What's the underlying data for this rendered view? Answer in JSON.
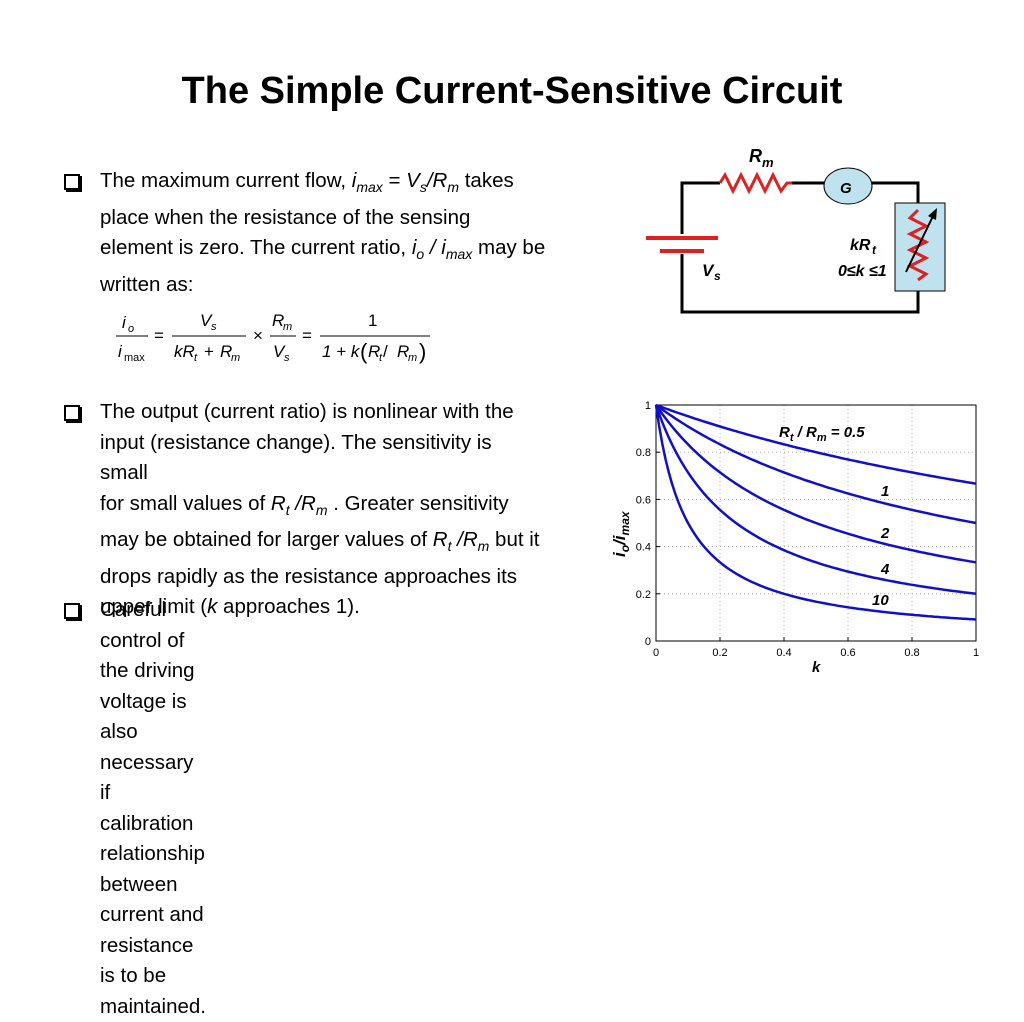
{
  "title": "The Simple Current-Sensitive Circuit",
  "bullets": {
    "b1": {
      "l1_a": "The maximum current flow, ",
      "l1_i": "i",
      "l1_isub": "max",
      "l1_eq": " = ",
      "l1_v": "V",
      "l1_vsub": "s",
      "l1_slash": "/",
      "l1_r": "R",
      "l1_rsub": "m",
      "l1_b": " takes",
      "l2": "place when the resistance of the sensing",
      "l3_a": "element is zero. The current ratio, ",
      "l3_io": "i",
      "l3_iosub": "o",
      "l3_sl": " / ",
      "l3_im": "i",
      "l3_imsub": "max",
      "l3_b": " may be",
      "l4": "written as:"
    },
    "b2": {
      "l1": "The output (current ratio) is nonlinear with the",
      "l2": "input (resistance change).  The sensitivity is small",
      "l3_a": "for small values of ",
      "l3_r1": "R",
      "l3_r1sub": "t",
      "l3_sl": " /",
      "l3_r2": "R",
      "l3_r2sub": "m",
      "l3_b": " .  Greater sensitivity",
      "l4_a": "may be obtained for larger values of ",
      "l4_r1": "R",
      "l4_r1sub": "t",
      "l4_sl": " /",
      "l4_r2": "R",
      "l4_r2sub": "m",
      "l4_b": " but it",
      "l5": "drops rapidly as the resistance approaches its",
      "l6_a": "upper limit (",
      "l6_k": "k",
      "l6_b": " approaches 1)."
    },
    "b3": {
      "l1": "Careful control of the driving voltage is also",
      "l2": "necessary if calibration relationship between",
      "l3": "current and resistance is to be maintained."
    }
  },
  "formula": {
    "io": "i",
    "io_sub": "o",
    "imax": "i",
    "imax_sub": "max",
    "eq": "=",
    "vs_num": "V",
    "vs_num_sub": "s",
    "kr": "kR",
    "kr_sub": "t",
    "plus": "+",
    "rm_den": "R",
    "rm_den_sub": "m",
    "times": "×",
    "rm_num": "R",
    "rm_num_sub": "m",
    "vs_den": "V",
    "vs_den_sub": "s",
    "one": "1",
    "den3_a": "1 + k",
    "den3_paren_l": "(",
    "den3_rt": "R",
    "den3_rt_sub": "t",
    "den3_sl": " / ",
    "den3_rm": "R",
    "den3_rm_sub": "m",
    "den3_paren_r": ")"
  },
  "circuit": {
    "rm_label": "R",
    "rm_sub": "m",
    "g_label": "G",
    "vs_label": "V",
    "vs_sub": "s",
    "krt_label": "kR",
    "krt_sub": "t",
    "range_label": "0≤k ≤1",
    "colors": {
      "wire": "#000000",
      "resistor": "#e02020",
      "meter": "#bfe3ee",
      "sensor": "#bfe3ee"
    }
  },
  "chart_data": {
    "type": "line",
    "xlabel": "k",
    "ylabel_i": "i",
    "ylabel_o": "o",
    "ylabel_slash": "/i",
    "ylabel_max": "max",
    "xlim": [
      0,
      1
    ],
    "ylim": [
      0,
      1
    ],
    "xticks": [
      "0",
      "0.2",
      "0.4",
      "0.6",
      "0.8",
      "1"
    ],
    "yticks": [
      "0",
      "0.2",
      "0.4",
      "0.6",
      "0.8",
      "1"
    ],
    "grid": true,
    "line_color": "#1010cc",
    "series": [
      {
        "name": "0.5",
        "ratio": 0.5
      },
      {
        "name": "1",
        "ratio": 1
      },
      {
        "name": "2",
        "ratio": 2
      },
      {
        "name": "4",
        "ratio": 4
      },
      {
        "name": "10",
        "ratio": 10
      }
    ],
    "annotations": {
      "top_a": "R",
      "top_a_sub": "t",
      "top_b": " / R",
      "top_b_sub": "m",
      "top_c": " = 0.5",
      "a1": "1",
      "a2": "2",
      "a4": "4",
      "a10": "10"
    }
  }
}
